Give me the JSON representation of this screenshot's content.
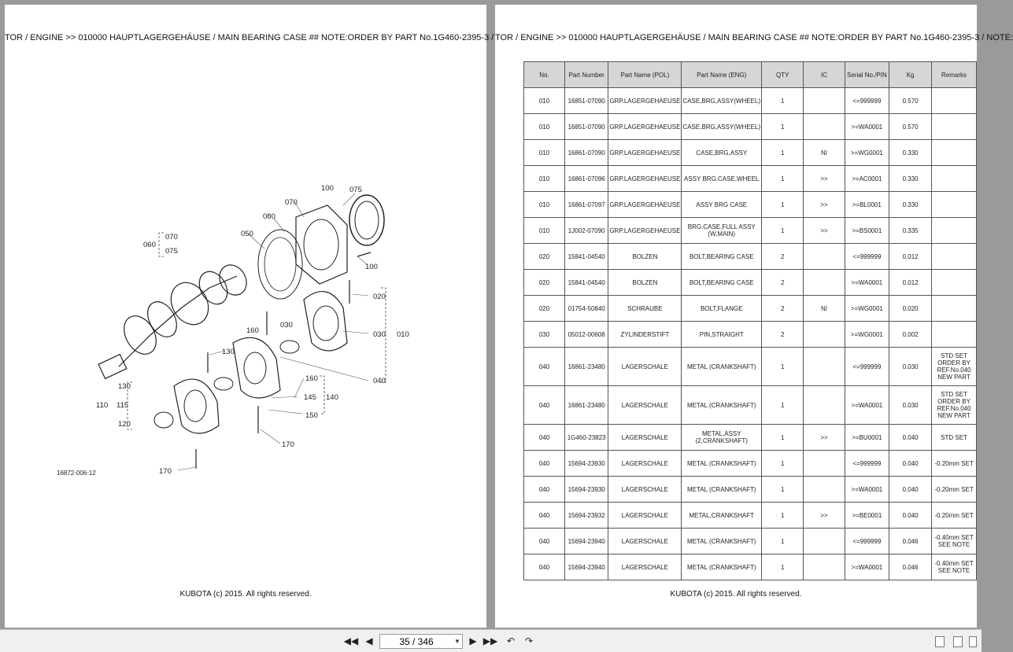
{
  "header_left": "TOR / ENGINE >> 010000   HAUPTLAGERGEHÄUSE / MAIN BEARING CASE ## NOTE:ORDER BY PART No.1G460-2395-3 / NOTE:",
  "header_right": "TOR / ENGINE >> 010000   HAUPTLAGERGEHÄUSE / MAIN BEARING CASE ## NOTE:ORDER BY PART No.1G460-2395-3 / NOTE:",
  "footer_left": "KUBOTA (c) 2015. All rights reserved.",
  "footer_right": "KUBOTA (c) 2015. All rights reserved.",
  "diagram": {
    "ref_id": "16872-006-12",
    "labels": [
      "100",
      "075",
      "070",
      "080",
      "060",
      "070",
      "075",
      "050",
      "100",
      "020",
      "030",
      "160",
      "130",
      "010",
      "030",
      "040",
      "160",
      "145",
      "140",
      "150",
      "130",
      "110",
      "115",
      "120",
      "170",
      "170"
    ]
  },
  "table": {
    "columns": [
      "No.",
      "Part Number",
      "Part Name (POL)",
      "Part Name (ENG)",
      "QTY",
      "IC",
      "Serial No./PIN",
      "Kg",
      "Remarks"
    ],
    "rows": [
      [
        "010",
        "16851-07090",
        "GRP.LAGERGEHAEUSE",
        "CASE,BRG,ASSY(WHEEL)",
        "1",
        "",
        "<=999999",
        "0.570",
        ""
      ],
      [
        "010",
        "16851-07090",
        "GRP.LAGERGEHAEUSE",
        "CASE,BRG,ASSY(WHEEL)",
        "1",
        "",
        ">=WA0001",
        "0.570",
        ""
      ],
      [
        "010",
        "16861-07090",
        "GRP.LAGERGEHAEUSE",
        "CASE,BRG,ASSY",
        "1",
        "NI",
        ">=WG0001",
        "0.330",
        ""
      ],
      [
        "010",
        "16861-07096",
        "GRP.LAGERGEHAEUSE",
        "ASSY BRG.CASE,WHEEL",
        "1",
        ">>",
        ">=AC0001",
        "0.330",
        ""
      ],
      [
        "010",
        "16861-07097",
        "GRP.LAGERGEHAEUSE",
        "ASSY BRG CASE",
        "1",
        ">>",
        ">=BL0001",
        "0.330",
        ""
      ],
      [
        "010",
        "1J002-07090",
        "GRP.LAGERGEHAEUSE",
        "BRG.CASE,FULL ASSY (W,MAIN)",
        "1",
        ">>",
        ">=BS0001",
        "0.335",
        ""
      ],
      [
        "020",
        "15841-04540",
        "BOLZEN",
        "BOLT,BEARING CASE",
        "2",
        "",
        "<=999999",
        "0.012",
        ""
      ],
      [
        "020",
        "15841-04540",
        "BOLZEN",
        "BOLT,BEARING CASE",
        "2",
        "",
        ">=WA0001",
        "0.012",
        ""
      ],
      [
        "020",
        "01754-50840",
        "SCHRAUBE",
        "BOLT,FLANGE",
        "2",
        "NI",
        ">=WG0001",
        "0.020",
        ""
      ],
      [
        "030",
        "05012-00608",
        "ZYLINDERSTIFT",
        "PIN,STRAIGHT",
        "2",
        "",
        ">=WG0001",
        "0.002",
        ""
      ],
      [
        "040",
        "16861-23480",
        "LAGERSCHALE",
        "METAL (CRANKSHAFT)",
        "1",
        "",
        "<=999999",
        "0.030",
        "STD SET ORDER BY REF.No.040 NEW PART"
      ],
      [
        "040",
        "16861-23480",
        "LAGERSCHALE",
        "METAL (CRANKSHAFT)",
        "1",
        "",
        ">=WA0001",
        "0.030",
        "STD SET ORDER BY REF.No.040 NEW PART"
      ],
      [
        "040",
        "1G460-23823",
        "LAGERSCHALE",
        "METAL,ASSY (2,CRANKSHAFT)",
        "1",
        ">>",
        ">=BU0001",
        "0.040",
        "STD SET"
      ],
      [
        "040",
        "15694-23930",
        "LAGERSCHALE",
        "METAL (CRANKSHAFT)",
        "1",
        "",
        "<=999999",
        "0.040",
        "-0.20mm SET"
      ],
      [
        "040",
        "15694-23930",
        "LAGERSCHALE",
        "METAL (CRANKSHAFT)",
        "1",
        "",
        ">=WA0001",
        "0.040",
        "-0.20mm SET"
      ],
      [
        "040",
        "15694-23932",
        "LAGERSCHALE",
        "METAL,CRANKSHAFT",
        "1",
        ">>",
        ">=BE0001",
        "0.040",
        "-0.20mm SET"
      ],
      [
        "040",
        "15694-23940",
        "LAGERSCHALE",
        "METAL (CRANKSHAFT)",
        "1",
        "",
        "<=999999",
        "0.046",
        "-0.40mm SET SEE NOTE"
      ],
      [
        "040",
        "15694-23940",
        "LAGERSCHALE",
        "METAL (CRANKSHAFT)",
        "1",
        "",
        ">=WA0001",
        "0.046",
        "-0.40mm SET SEE NOTE"
      ]
    ]
  },
  "toolbar": {
    "page_indicator": "35 / 346",
    "first_icon": "first-page-icon",
    "prev_icon": "previous-page-icon",
    "next_icon": "next-page-icon",
    "last_icon": "last-page-icon"
  }
}
